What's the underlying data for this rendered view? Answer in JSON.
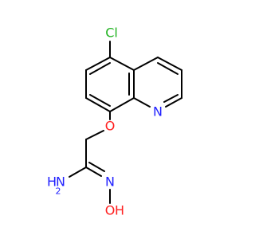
{
  "molecule": {
    "atoms": {
      "cl": {
        "label": "Cl",
        "color": "#1FB21F"
      },
      "n_ring": {
        "label": "N",
        "color": "#2121FF"
      },
      "o_ether": {
        "label": "O",
        "color": "#FF2020"
      },
      "nh2_n": {
        "label": "N",
        "color": "#2121FF"
      },
      "nh2_h": {
        "label": "H",
        "color": "#2121FF"
      },
      "nh2_sub": {
        "label": "2",
        "color": "#2121FF"
      },
      "oxime_n": {
        "label": "N",
        "color": "#2121FF"
      },
      "oxime_o": {
        "label": "O",
        "color": "#FF2020"
      },
      "oxime_h": {
        "label": "H",
        "color": "#FF2020"
      }
    },
    "bond_color": "#000000"
  }
}
